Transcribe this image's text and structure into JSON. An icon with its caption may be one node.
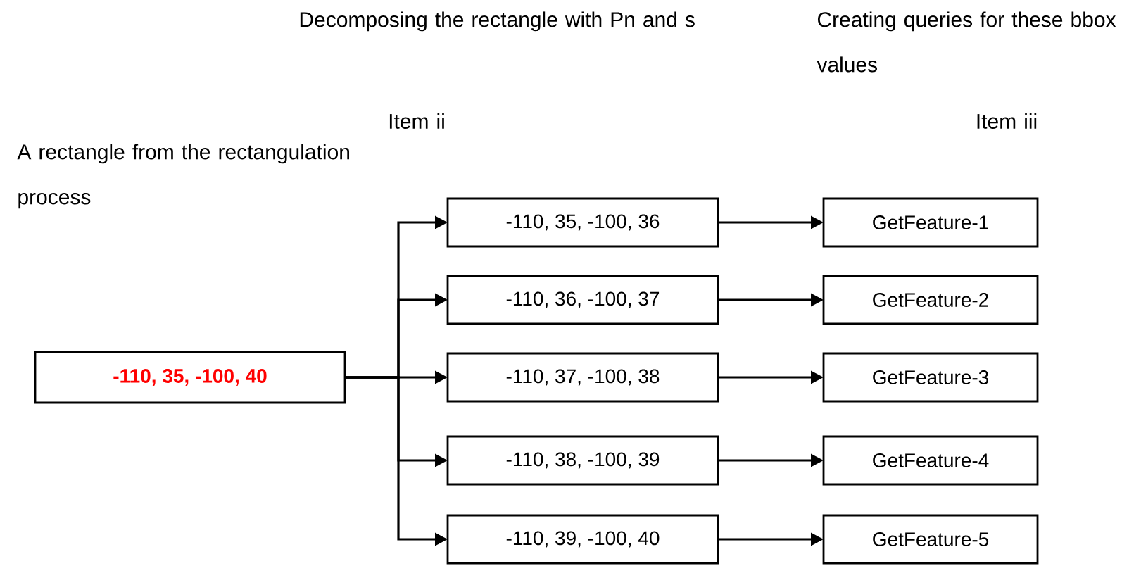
{
  "diagram": {
    "nodes": [
      {
        "text": [
          "-110, 35, -100, 40"
        ]
      },
      {
        "text": [
          "-110, 35, -100, 36"
        ]
      },
      {
        "text": [
          "-110, 36, -100, 37"
        ]
      },
      {
        "text": [
          "-110, 37, -100, 38"
        ]
      },
      {
        "text": [
          "-110, 38, -100, 39"
        ]
      },
      {
        "text": [
          "-110, 39, -100, 40"
        ]
      },
      {
        "text": [
          "GetFeature-1"
        ]
      },
      {
        "text": [
          "GetFeature-2"
        ]
      },
      {
        "text": [
          "GetFeature-3"
        ]
      },
      {
        "text": [
          "GetFeature-4"
        ]
      },
      {
        "text": [
          "GetFeature-5"
        ]
      }
    ],
    "edges": [
      {
        "from": 0,
        "to": 1,
        "arrow": "to"
      },
      {
        "from": 0,
        "to": 2,
        "arrow": "to"
      },
      {
        "from": 0,
        "to": 3,
        "arrow": "to"
      },
      {
        "from": 0,
        "to": 4,
        "arrow": "to"
      },
      {
        "from": 0,
        "to": 5,
        "arrow": "to"
      },
      {
        "from": 1,
        "to": 6,
        "arrow": "to"
      },
      {
        "from": 2,
        "to": 7,
        "arrow": "to"
      },
      {
        "from": 3,
        "to": 8,
        "arrow": "to"
      },
      {
        "from": 4,
        "to": 9,
        "arrow": "to"
      },
      {
        "from": 5,
        "to": 10,
        "arrow": "to"
      }
    ],
    "labels": [
      "Decomposing the rectangle with Pn and s",
      "Creating queries for these bbox values",
      "Item ii",
      "Item iii",
      "A rectangle from the rectangulation process"
    ]
  }
}
